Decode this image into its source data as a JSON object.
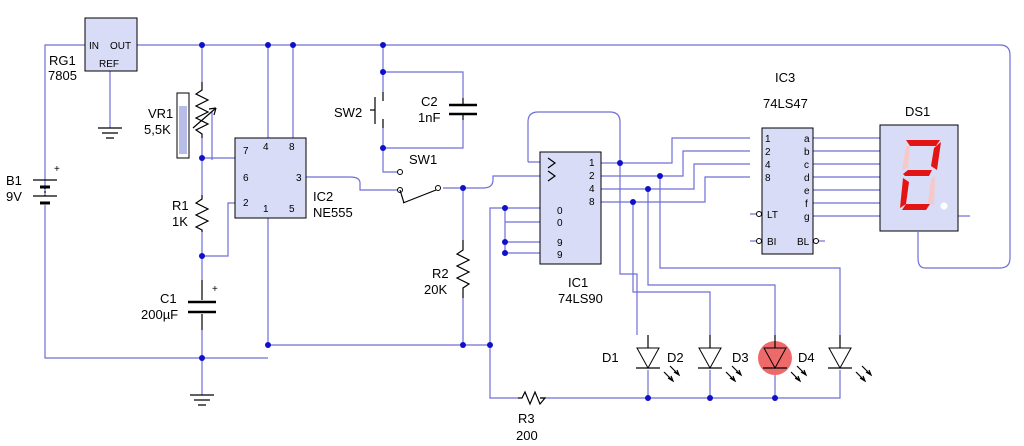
{
  "rg1": {
    "ref_des": "RG1",
    "value": "7805",
    "in": "IN",
    "out": "OUT",
    "ref": "REF"
  },
  "b1": {
    "ref_des": "B1",
    "value": "9V",
    "plus": "+"
  },
  "vr1": {
    "ref_des": "VR1",
    "value": "5,5K"
  },
  "r1": {
    "ref_des": "R1",
    "value": "1K"
  },
  "c1": {
    "ref_des": "C1",
    "value": "200µF",
    "plus": "+"
  },
  "ic2": {
    "ref_des": "IC2",
    "value": "NE555",
    "pins": [
      "7",
      "4",
      "8",
      "6",
      "3",
      "2",
      "1",
      "5"
    ]
  },
  "sw2": {
    "ref_des": "SW2"
  },
  "c2": {
    "ref_des": "C2",
    "value": "1nF"
  },
  "sw1": {
    "ref_des": "SW1"
  },
  "r2": {
    "ref_des": "R2",
    "value": "20K"
  },
  "r3": {
    "ref_des": "R3",
    "value": "200"
  },
  "ic1": {
    "ref_des": "IC1",
    "value": "74LS90",
    "in_pins": [
      "0",
      "0",
      "9",
      "9"
    ],
    "out_pins": [
      "1",
      "2",
      "4",
      "8"
    ]
  },
  "ic3": {
    "ref_des": "IC3",
    "value": "74LS47",
    "in_pins": [
      "1",
      "2",
      "4",
      "8"
    ],
    "out_pins": [
      "a",
      "b",
      "c",
      "d",
      "e",
      "f",
      "g"
    ],
    "lt": "LT",
    "bi": "BI",
    "bl": "BL"
  },
  "ds1": {
    "ref_des": "DS1",
    "digit": "2",
    "segment_color": "#e31414"
  },
  "leds": [
    {
      "ref_des": "D1",
      "lit": false
    },
    {
      "ref_des": "D2",
      "lit": false
    },
    {
      "ref_des": "D3",
      "lit": true
    },
    {
      "ref_des": "D4",
      "lit": false
    }
  ],
  "colors": {
    "wire": "#6f6fd8",
    "junction": "#1010c8",
    "ic_fill": "#d9dcf6",
    "led_on": "#ee6a6a"
  }
}
